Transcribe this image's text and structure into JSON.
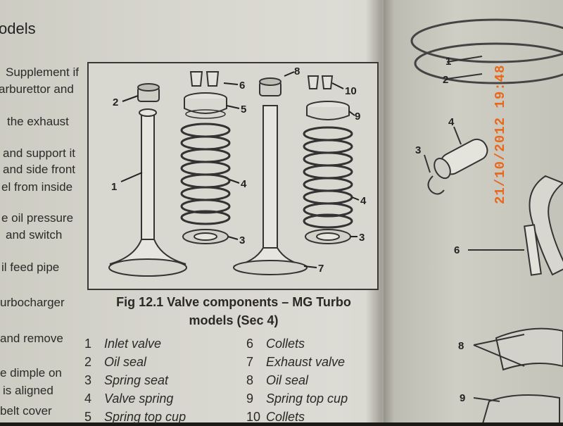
{
  "header": {
    "title": "odels"
  },
  "margin_text": [
    "Supplement if",
    "arburettor and",
    "the  exhaust",
    "and support it",
    "and side front",
    "el from inside",
    "e oil pressure",
    "and switch",
    "il feed pipe",
    "urbocharger",
    "and remove",
    "e dimple on",
    "is aligned",
    "belt  cover"
  ],
  "figure": {
    "callouts": [
      "1",
      "2",
      "3",
      "4",
      "5",
      "6",
      "7",
      "8",
      "9",
      "10"
    ],
    "caption_line1": "Fig 12.1 Valve components – MG Turbo",
    "caption_line2": "models (Sec 4)"
  },
  "legend": [
    {
      "num": "1",
      "label": "Inlet valve"
    },
    {
      "num": "2",
      "label": "Oil seal"
    },
    {
      "num": "3",
      "label": "Spring seat"
    },
    {
      "num": "4",
      "label": "Valve spring"
    },
    {
      "num": "5",
      "label": "Spring top cup"
    },
    {
      "num": "6",
      "label": "Collets"
    },
    {
      "num": "7",
      "label": "Exhaust valve"
    },
    {
      "num": "8",
      "label": "Oil seal"
    },
    {
      "num": "9",
      "label": "Spring top cup"
    },
    {
      "num": "10",
      "label": "Collets"
    }
  ],
  "right_page": {
    "callouts": [
      "1",
      "2",
      "3",
      "4",
      "6",
      "8",
      "9"
    ]
  },
  "timestamp": "21/10/2012 19:48"
}
